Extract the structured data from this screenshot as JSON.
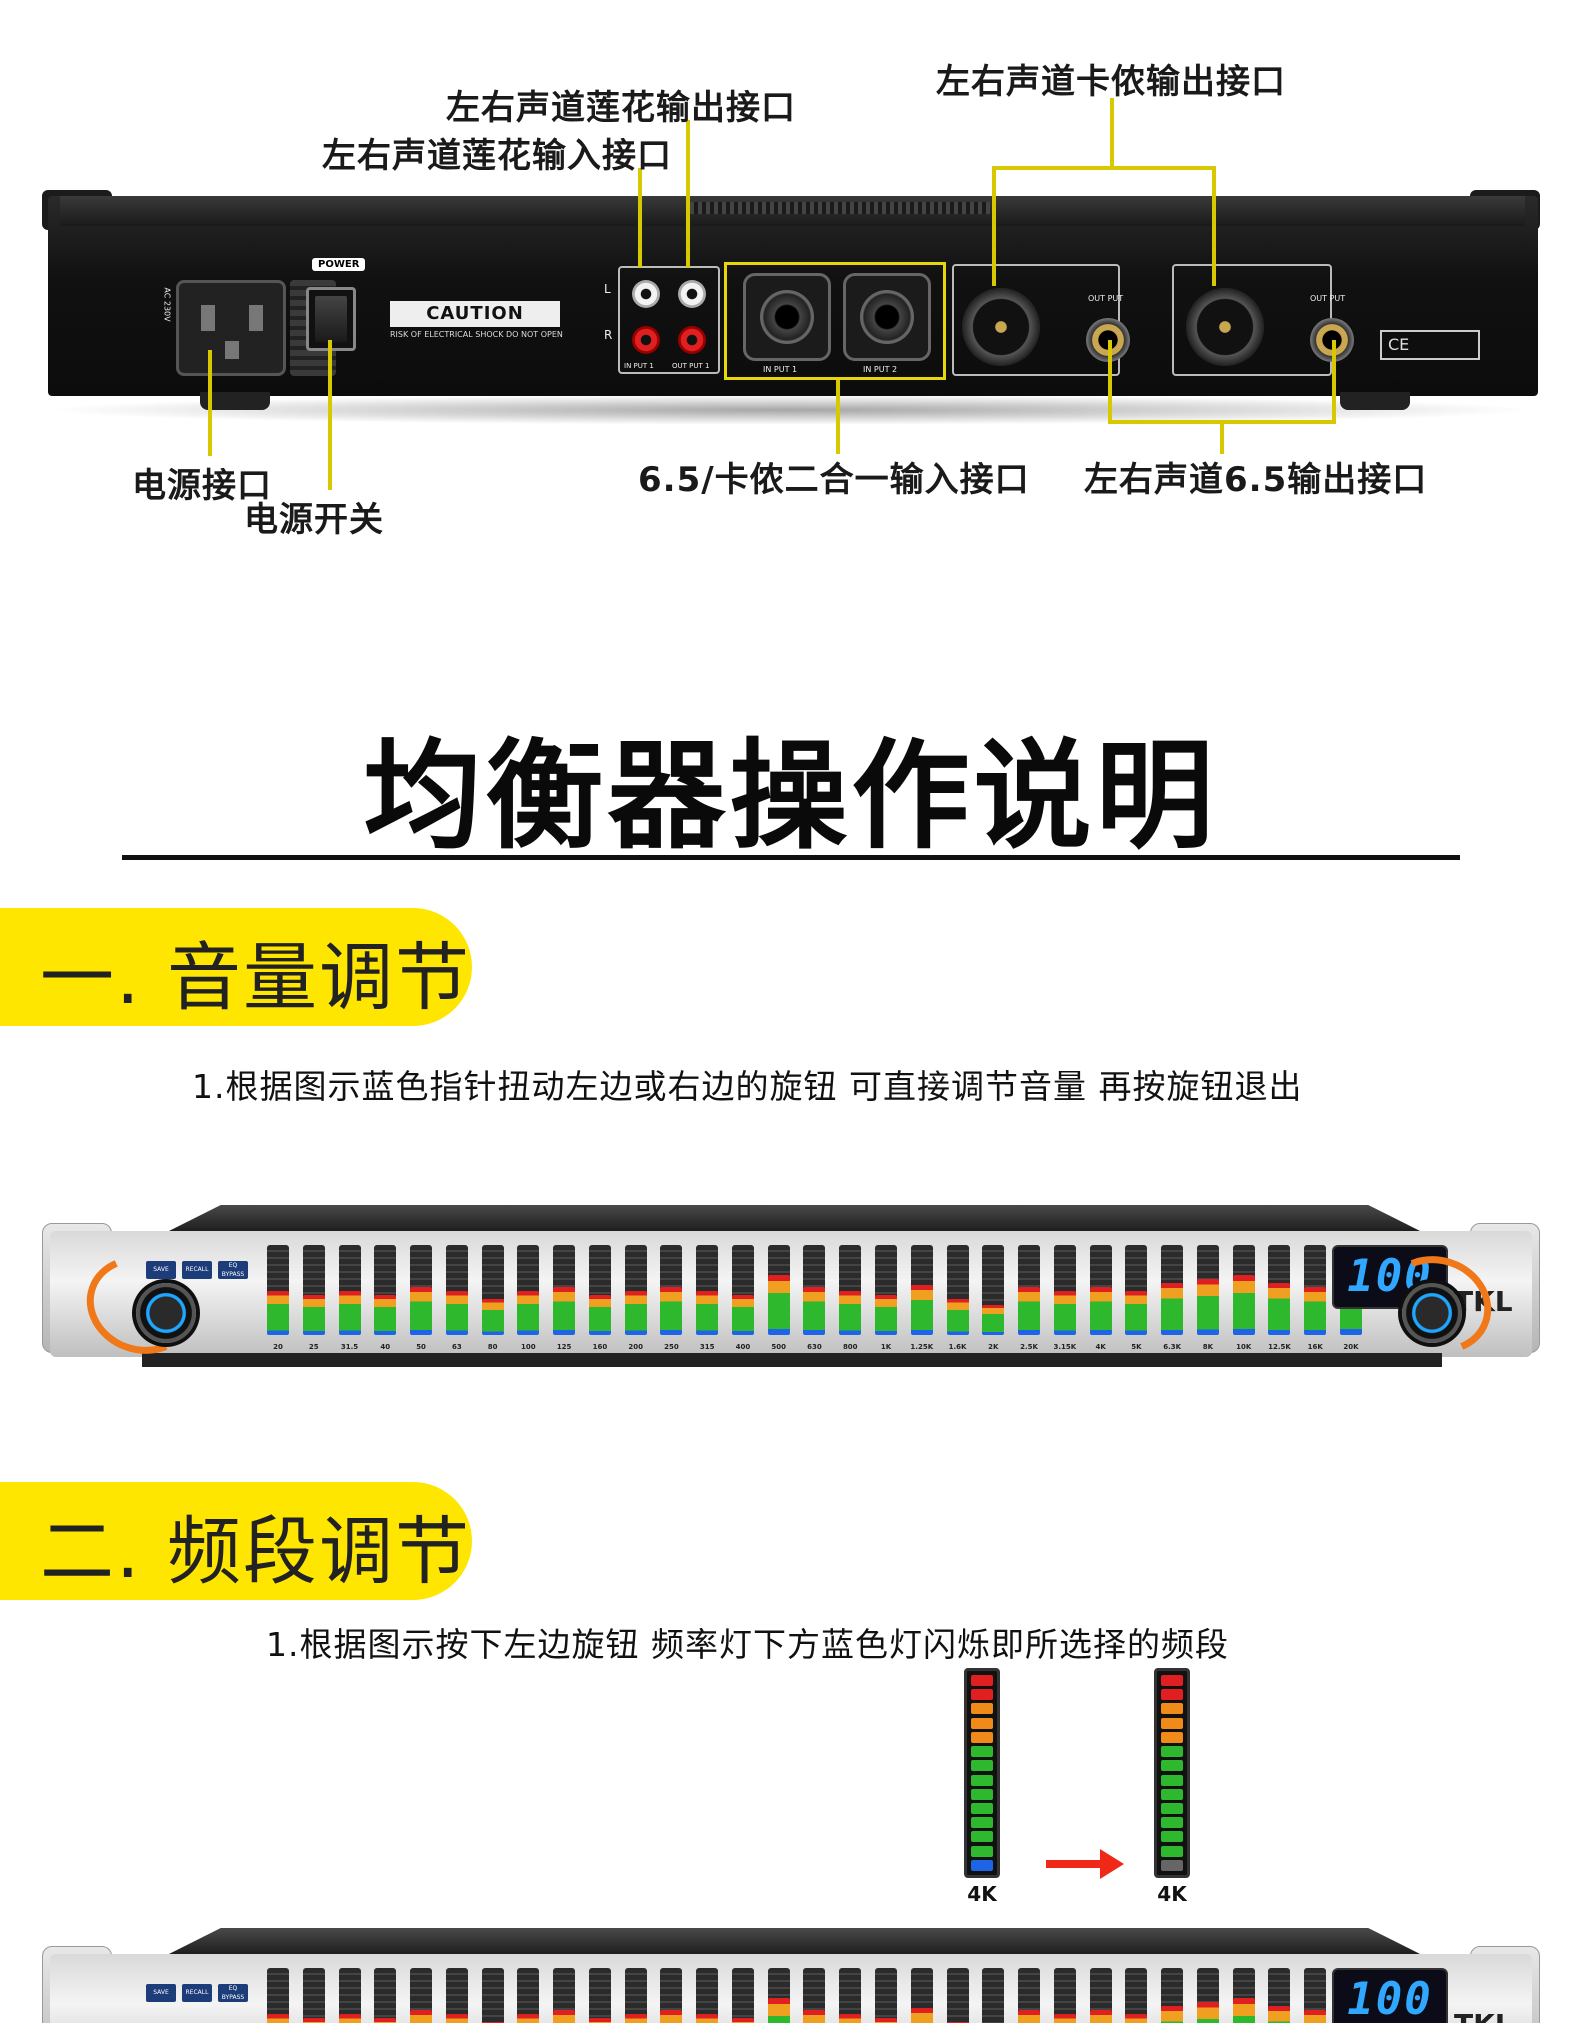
{
  "callouts": {
    "rca_output": "左右声道莲花输出接口",
    "rca_input": "左右声道莲花输入接口",
    "xlr_output": "左右声道卡侬输出接口",
    "power_socket": "电源接口",
    "power_switch": "电源开关",
    "combo_input": "6.5/卡侬二合一输入接口",
    "jack_output": "左右声道6.5输出接口"
  },
  "rear_panel": {
    "power_label": "POWER",
    "voltage_label": "AC 230V",
    "caution": "CAUTION",
    "caution_sub": "RISK OF ELECTRICAL SHOCK DO NOT OPEN",
    "rca_left": "L",
    "rca_right": "R",
    "in_put_1": "IN PUT 1",
    "out_put_1": "OUT PUT 1",
    "combo_in_1": "IN PUT 1",
    "combo_in_2": "IN PUT 2",
    "out_put": "OUT PUT",
    "ce_tag": "CE"
  },
  "main_title": "均衡器操作说明",
  "section1": {
    "heading": "一. 音量调节",
    "instruction": "1.根据图示蓝色指针扭动左边或右边的旋钮 可直接调节音量 再按旋钮退出"
  },
  "section2": {
    "heading": "二. 频段调节",
    "instruction": "1.根据图示按下左边旋钮 频率灯下方蓝色灯闪烁即所选择的频段"
  },
  "front_panel": {
    "buttons": [
      "SAVE",
      "RECALL",
      "EQ BYPASS"
    ],
    "display": "100",
    "brand": "TKL",
    "bands": [
      "20",
      "25",
      "31.5",
      "40",
      "50",
      "63",
      "80",
      "100",
      "125",
      "160",
      "200",
      "250",
      "315",
      "400",
      "500",
      "630",
      "800",
      "1K",
      "1.25K",
      "1.6K",
      "2K",
      "2.5K",
      "3.15K",
      "4K",
      "5K",
      "6.3K",
      "8K",
      "10K",
      "12.5K",
      "16K",
      "20K"
    ],
    "levels": [
      0.55,
      0.5,
      0.55,
      0.5,
      0.6,
      0.55,
      0.45,
      0.55,
      0.6,
      0.5,
      0.55,
      0.6,
      0.55,
      0.5,
      0.75,
      0.6,
      0.55,
      0.5,
      0.62,
      0.45,
      0.38,
      0.6,
      0.55,
      0.6,
      0.55,
      0.65,
      0.7,
      0.75,
      0.65,
      0.6,
      0.75
    ]
  },
  "meter_label": "4K",
  "colors": {
    "accent_yellow": "#ffe600",
    "orange_arrow": "#f07818",
    "lcd_blue": "#31a8ff"
  }
}
